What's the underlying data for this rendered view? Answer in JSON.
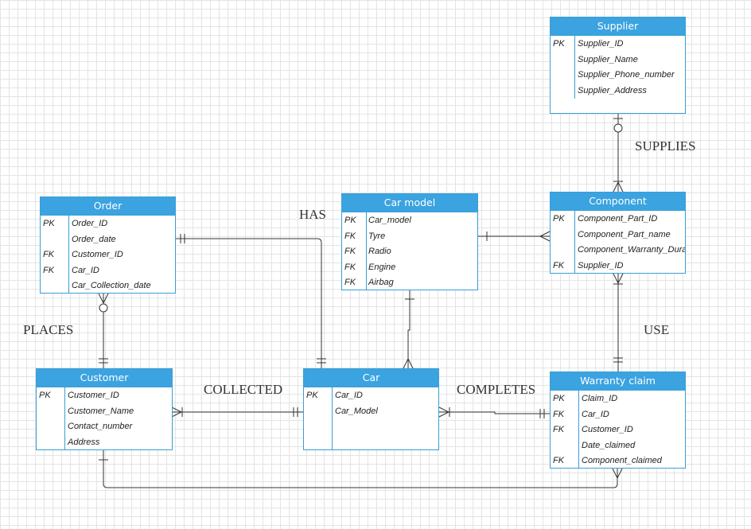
{
  "entities": {
    "supplier": {
      "title": "Supplier",
      "rows": [
        {
          "key": "PK",
          "field": "Supplier_ID"
        },
        {
          "key": "",
          "field": "Supplier_Name"
        },
        {
          "key": "",
          "field": "Supplier_Phone_number"
        },
        {
          "key": "",
          "field": "Supplier_Address"
        }
      ]
    },
    "order": {
      "title": "Order",
      "rows": [
        {
          "key": "PK",
          "field": "Order_ID"
        },
        {
          "key": "",
          "field": "Order_date"
        },
        {
          "key": "FK",
          "field": "Customer_ID"
        },
        {
          "key": "FK",
          "field": "Car_ID"
        },
        {
          "key": "",
          "field": "Car_Collection_date"
        }
      ]
    },
    "car_model": {
      "title": "Car model",
      "rows": [
        {
          "key": "PK",
          "field": "Car_model"
        },
        {
          "key": "FK",
          "field": "Tyre"
        },
        {
          "key": "FK",
          "field": "Radio"
        },
        {
          "key": "FK",
          "field": "Engine"
        },
        {
          "key": "FK",
          "field": "Airbag"
        }
      ]
    },
    "component": {
      "title": "Component",
      "rows": [
        {
          "key": "PK",
          "field": "Component_Part_ID"
        },
        {
          "key": "",
          "field": "Component_Part_name"
        },
        {
          "key": "",
          "field": "Component_Warranty_Duration"
        },
        {
          "key": "FK",
          "field": "Supplier_ID"
        }
      ]
    },
    "customer": {
      "title": "Customer",
      "rows": [
        {
          "key": "PK",
          "field": "Customer_ID"
        },
        {
          "key": "",
          "field": "Customer_Name"
        },
        {
          "key": "",
          "field": "Contact_number"
        },
        {
          "key": "",
          "field": "Address"
        }
      ]
    },
    "car": {
      "title": "Car",
      "rows": [
        {
          "key": "PK",
          "field": "Car_ID"
        },
        {
          "key": "",
          "field": "Car_Model"
        }
      ]
    },
    "warranty_claim": {
      "title": "Warranty claim",
      "rows": [
        {
          "key": "PK",
          "field": "Claim_ID"
        },
        {
          "key": "FK",
          "field": "Car_ID"
        },
        {
          "key": "FK",
          "field": "Customer_ID"
        },
        {
          "key": "",
          "field": "Date_claimed"
        },
        {
          "key": "FK",
          "field": "Component_claimed"
        }
      ]
    }
  },
  "relationships": {
    "supplies": "SUPPLIES",
    "has": "HAS",
    "use": "USE",
    "places": "PLACES",
    "collected": "COLLECTED",
    "completes": "COMPLETES"
  },
  "colors": {
    "header": "#3ba3e0",
    "border": "#3a9fd6",
    "line": "#333333",
    "grid": "#e4e4e4"
  }
}
